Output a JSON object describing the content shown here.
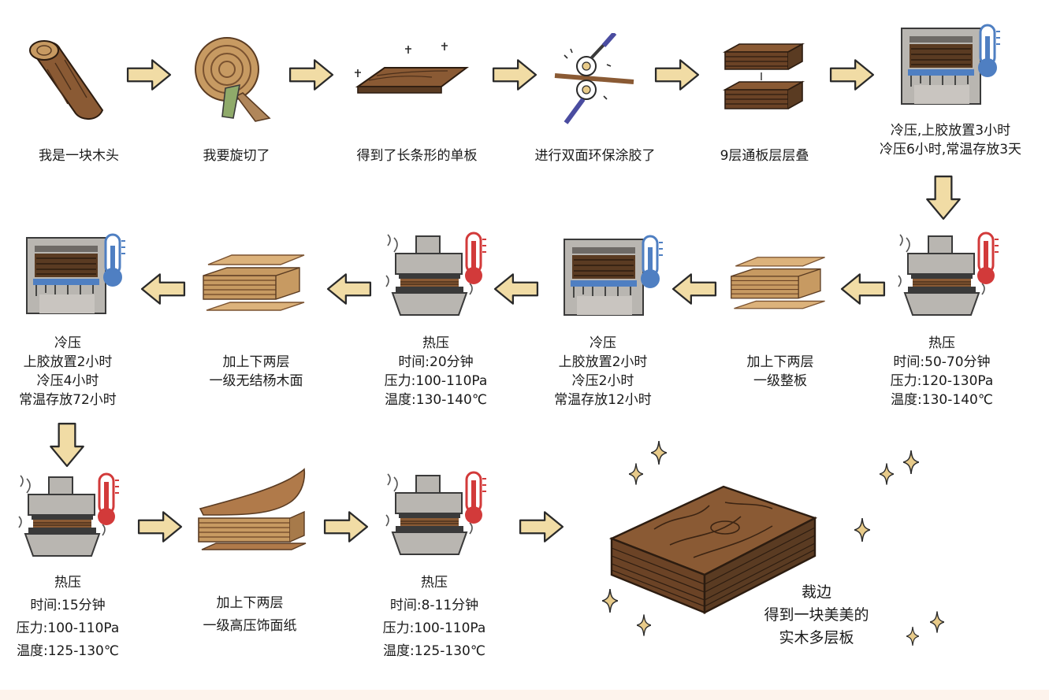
{
  "colors": {
    "wood_dark": "#5a3b22",
    "wood_mid": "#8a5a34",
    "wood_light": "#c79a62",
    "veneer_light": "#dcb27b",
    "press_gray": "#b9b6b1",
    "press_dark": "#3a3a3a",
    "arrow_fill": "#f1dca5",
    "arrow_stroke": "#2a2a2a",
    "thermo_cold": "#4f7fc2",
    "thermo_hot": "#d23a3a",
    "sparkle": "#e8cb8a"
  },
  "steps": {
    "s1": {
      "icon": "log-icon",
      "lines": [
        "我是一块木头"
      ]
    },
    "s2": {
      "icon": "rotary-cut-icon",
      "lines": [
        "我要旋切了"
      ]
    },
    "s3": {
      "icon": "veneer-sheet-icon",
      "lines": [
        "得到了长条形的单板"
      ]
    },
    "s4": {
      "icon": "glue-rollers-icon",
      "lines": [
        "进行双面环保涂胶了"
      ]
    },
    "s5": {
      "icon": "stacked-layers-icon",
      "lines": [
        "9层通板层层叠"
      ]
    },
    "s6": {
      "icon": "cold-press-icon",
      "lines": [
        "冷压,上胶放置3小时",
        "冷压6小时,常温存放3天"
      ]
    },
    "s7": {
      "icon": "hot-press-icon",
      "lines": [
        "热压",
        "时间:50-70分钟",
        "压力:120-130Pa",
        "温度:130-140℃"
      ]
    },
    "s8": {
      "icon": "panel-stack-icon",
      "lines": [
        "加上下两层",
        "一级整板"
      ]
    },
    "s9": {
      "icon": "cold-press-icon",
      "lines": [
        "冷压",
        "上胶放置2小时",
        "冷压2小时",
        "常温存放12小时"
      ]
    },
    "s10": {
      "icon": "hot-press-icon",
      "lines": [
        "热压",
        "时间:20分钟",
        "压力:100-110Pa",
        "温度:130-140℃"
      ]
    },
    "s11": {
      "icon": "panel-stack-icon",
      "lines": [
        "加上下两层",
        "一级无结杨木面"
      ]
    },
    "s12": {
      "icon": "cold-press-icon",
      "lines": [
        "冷压",
        "上胶放置2小时",
        "冷压4小时",
        "常温存放72小时"
      ]
    },
    "s13": {
      "icon": "hot-press-icon",
      "lines": [
        "热压",
        "时间:15分钟",
        "压力:100-110Pa",
        "温度:125-130℃"
      ]
    },
    "s14": {
      "icon": "decor-paper-icon",
      "lines": [
        "加上下两层",
        "一级高压饰面纸"
      ]
    },
    "s15": {
      "icon": "hot-press-icon",
      "lines": [
        "热压",
        "时间:8-11分钟",
        "压力:100-110Pa",
        "温度:125-130℃"
      ]
    },
    "s16": {
      "icon": "finished-board-icon",
      "lines": [
        "裁边",
        "得到一块美美的",
        "实木多层板"
      ]
    }
  }
}
